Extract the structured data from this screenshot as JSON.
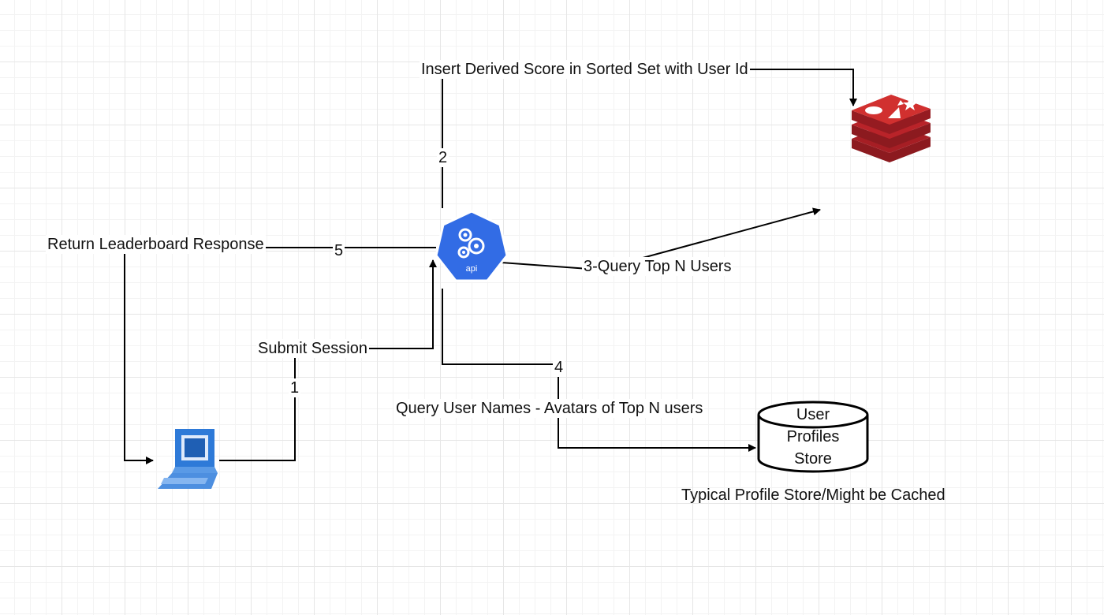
{
  "edges": {
    "insert": "Insert Derived Score in Sorted Set with User Id",
    "step2": "2",
    "return_response": "Return Leaderboard Response",
    "step5": "5",
    "query_top": "3-Query Top N Users",
    "submit": "Submit Session",
    "step1": "1",
    "step4": "4",
    "query_names": "Query User Names - Avatars of Top N users"
  },
  "nodes": {
    "api_label": "api",
    "user_store": "User\nProfiles\nStore",
    "store_caption": "Typical Profile Store/Might be Cached"
  },
  "icons": {
    "api": "kubernetes-api-icon",
    "redis": "redis-icon",
    "client": "laptop-icon",
    "store": "database-cylinder-icon"
  },
  "colors": {
    "api_blue": "#326ce5",
    "redis_red": "#c0262b",
    "laptop_blue": "#2e7ad8"
  }
}
